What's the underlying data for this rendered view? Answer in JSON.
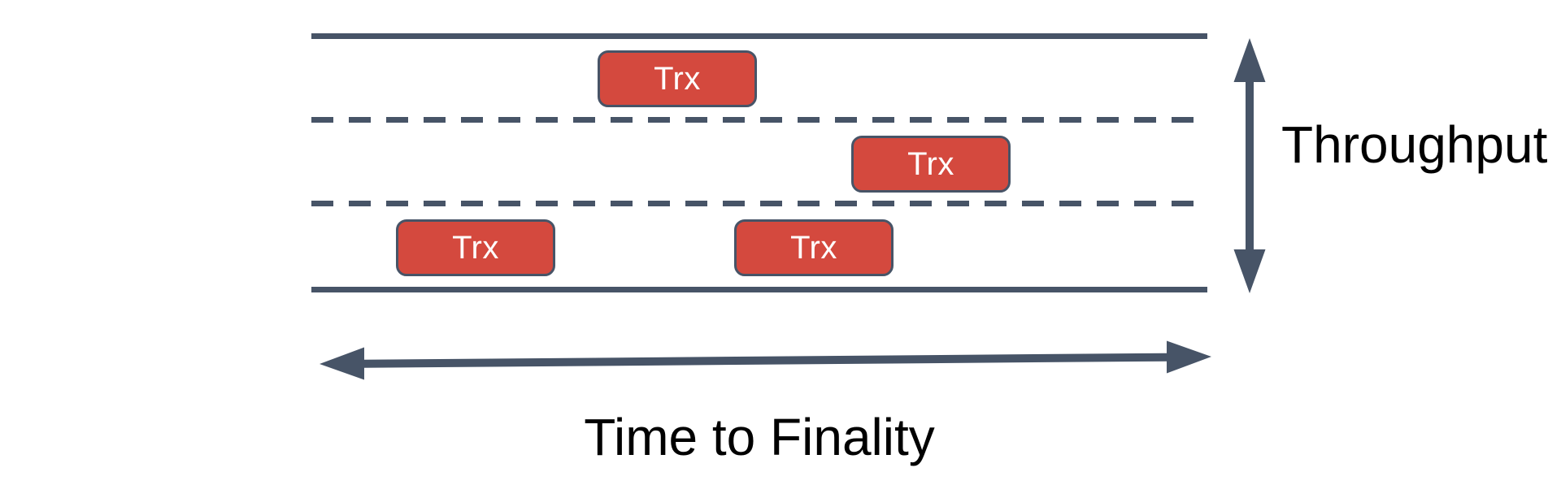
{
  "colors": {
    "background": "#FFFFFF",
    "line": "#475467",
    "trx_fill": "#D4493E",
    "trx_border": "#475467",
    "trx_text": "#FFFFFF",
    "label_text": "#000000"
  },
  "road": {
    "lane_count": 3,
    "lane_divider_style": "dashed",
    "transactions": [
      {
        "label": "Trx",
        "lane": "top"
      },
      {
        "label": "Trx",
        "lane": "middle"
      },
      {
        "label": "Trx",
        "lane": "bottom-left"
      },
      {
        "label": "Trx",
        "lane": "bottom-right"
      }
    ]
  },
  "axes": {
    "throughput": {
      "label": "Throughput",
      "orientation": "vertical",
      "arrow": "double-headed"
    },
    "time_to_finality": {
      "label": "Time to Finality",
      "orientation": "horizontal",
      "arrow": "double-headed"
    }
  }
}
